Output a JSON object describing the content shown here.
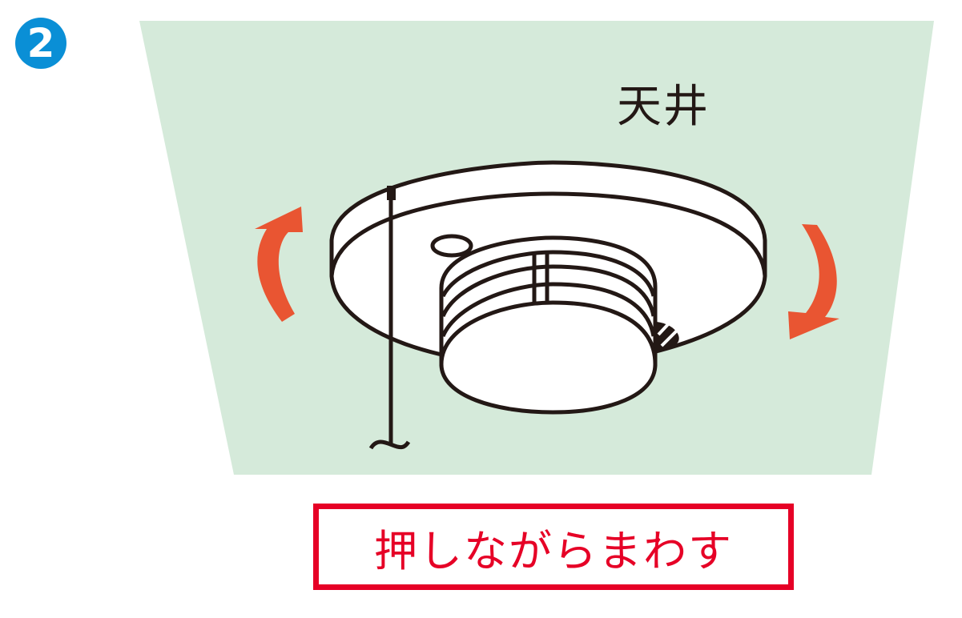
{
  "step": {
    "number": "2",
    "color": "#0a8fd6"
  },
  "ceiling": {
    "label": "天井",
    "fill": "#d5eada"
  },
  "detector": {
    "outline": "#231815",
    "fill": "#ffffff"
  },
  "rotation_arrows": {
    "color": "#e95532",
    "left": "counterclockwise-up",
    "right": "clockwise-down"
  },
  "instruction": {
    "text": "押しながらまわす",
    "color": "#e60026"
  }
}
